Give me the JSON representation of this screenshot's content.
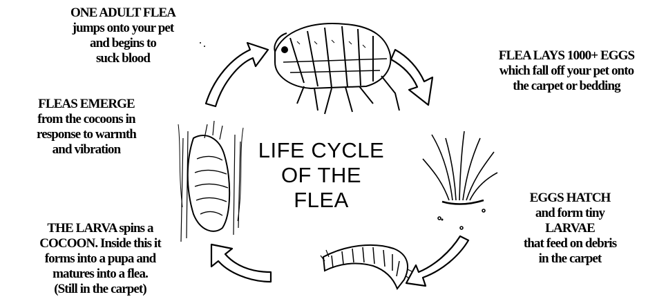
{
  "title": {
    "line1": "LIFE CYCLE",
    "line2": "OF THE",
    "line3": "FLEA"
  },
  "stages": {
    "adult": {
      "lead": "ONE ADULT FLEA",
      "line2": "jumps onto your pet",
      "line3": "and begins to",
      "line4": "suck blood"
    },
    "eggs": {
      "lead": "FLEA LAYS 1000+ EGGS",
      "line2": "which fall off your pet onto",
      "line3": "the carpet or bedding"
    },
    "larvae": {
      "line1": "EGGS HATCH",
      "line2": "and form tiny",
      "line3": "LARVAE",
      "line4": "that feed on debris",
      "line5": "in the carpet"
    },
    "cocoon": {
      "line1": "THE LARVA spins a",
      "line2": "COCOON. Inside this it",
      "line3": "forms into a pupa and",
      "line4": "matures into a flea.",
      "line5": "(Still in the carpet)"
    },
    "emerge": {
      "lead": "FLEAS EMERGE",
      "line2": "from the cocoons in",
      "line3": "response to warmth",
      "line4": "and vibration"
    }
  },
  "colors": {
    "ink": "#000000",
    "background": "#ffffff"
  },
  "icons": [
    "adult-flea-illustration",
    "eggs-in-carpet-illustration",
    "larva-illustration",
    "cocoon-illustration",
    "cycle-arrow-icon"
  ]
}
